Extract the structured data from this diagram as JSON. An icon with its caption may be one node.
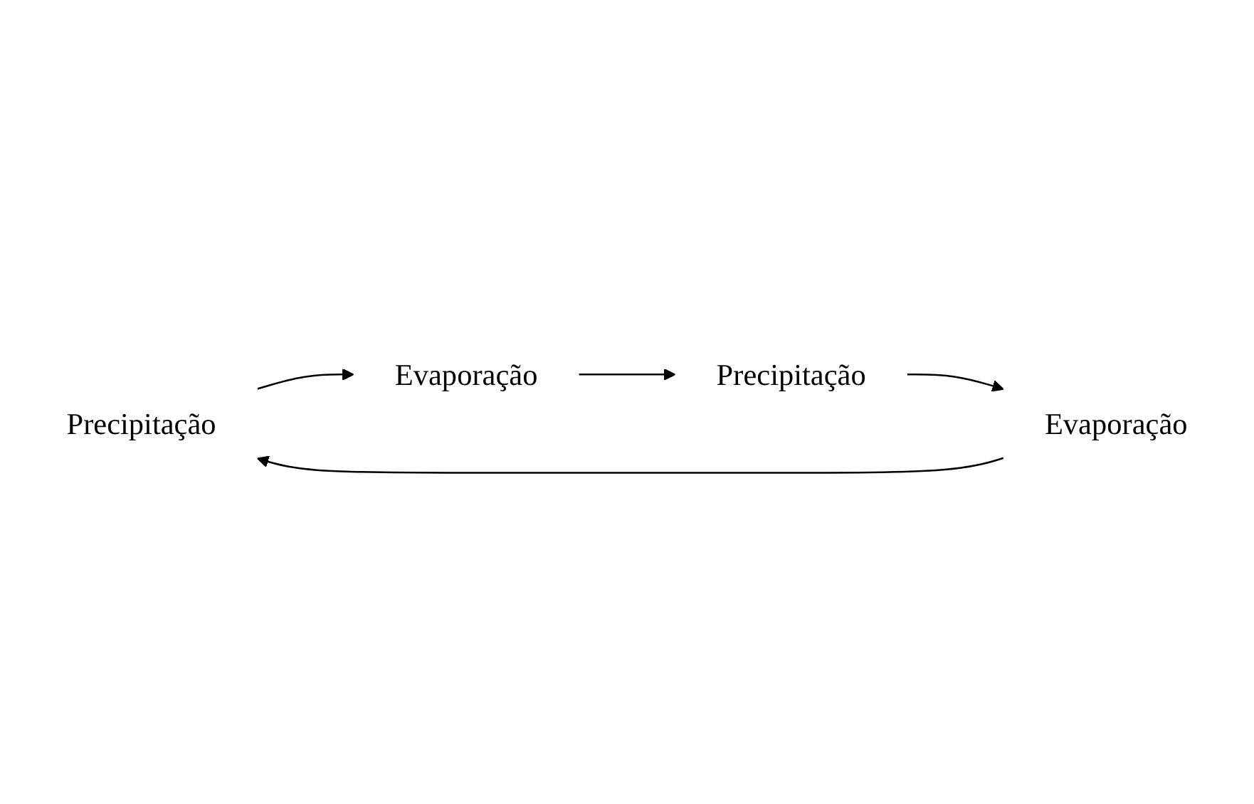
{
  "diagram": {
    "nodes": [
      {
        "text": [
          "Precipitação"
        ]
      },
      {
        "text": [
          "Evaporação"
        ]
      },
      {
        "text": [
          "Evaporação"
        ]
      },
      {
        "text": [
          "Precipitação"
        ]
      }
    ],
    "edges": [
      {
        "from": 1,
        "to": 0,
        "arrow": "to"
      },
      {
        "from": 0,
        "to": 2,
        "arrow": "to"
      },
      {
        "from": 2,
        "to": 3,
        "arrow": "to"
      },
      {
        "from": 3,
        "to": 1,
        "arrow": "to"
      }
    ]
  }
}
